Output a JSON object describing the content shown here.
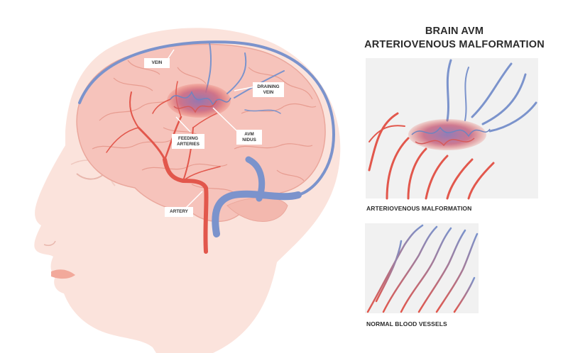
{
  "title": {
    "line1": "BRAIN AVM",
    "line2": "ARTERIOVENOUS MALFORMATION"
  },
  "labels": {
    "vein": "VEIN",
    "draining_vein": [
      "DRAINING",
      "VEIN"
    ],
    "feeding_arteries": [
      "FEEDING",
      "ARTERIES"
    ],
    "avm_nidus": [
      "AVM",
      "NIDUS"
    ],
    "artery": "ARTERY"
  },
  "panels": {
    "avm_caption": "ARTERIOVENOUS MALFORMATION",
    "normal_caption": "NORMAL BLOOD VESSELS"
  },
  "colors": {
    "artery": "#e2574c",
    "vein": "#7b93cc",
    "skin": "#fbe3dc",
    "brain": "#f6c3bb",
    "panel_bg": "#f1f1f1"
  }
}
